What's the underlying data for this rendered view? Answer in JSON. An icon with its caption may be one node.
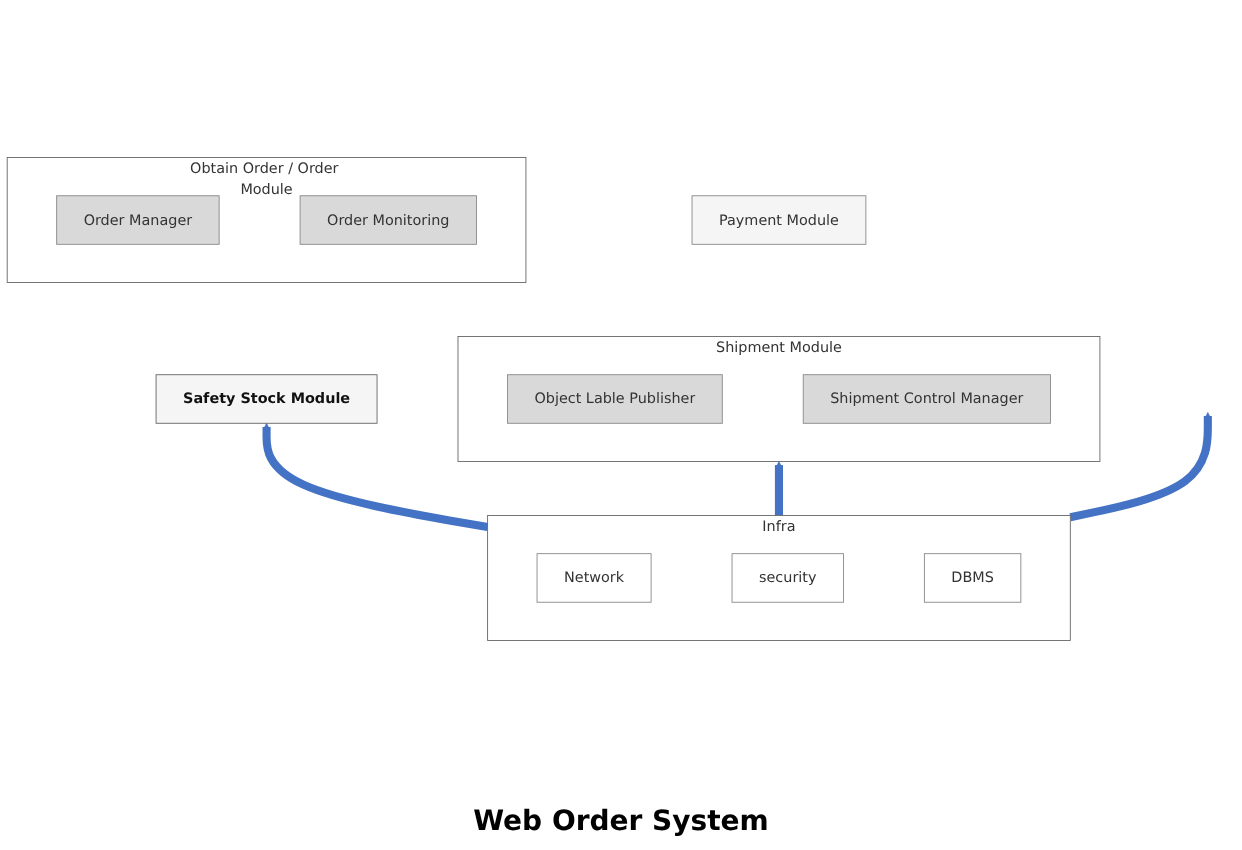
{
  "diagram": {
    "caption": "Web Order System",
    "nodes": [
      {
        "text": [
          "Obtain Order / Order Module"
        ]
      },
      {
        "text": [
          "Order Manager"
        ],
        "in": 0
      },
      {
        "text": [
          "Order Monitoring"
        ],
        "in": 0
      },
      {
        "text": [
          "Payment Module"
        ]
      },
      {
        "text": [
          "Shipment Module"
        ]
      },
      {
        "text": [
          "Object Lable Publisher"
        ],
        "in": 4
      },
      {
        "text": [
          "Shipment Control Manager"
        ],
        "in": 4
      },
      {
        "text": [
          "Safety Stock Module"
        ]
      },
      {
        "text": [
          "Infra"
        ]
      },
      {
        "text": [
          "Network"
        ],
        "in": 8
      },
      {
        "text": [
          "security"
        ],
        "in": 8
      },
      {
        "text": [
          "DBMS"
        ],
        "in": 8
      }
    ],
    "edges": [
      {
        "from": 8,
        "to": 7,
        "arrow": "to"
      },
      {
        "from": 8,
        "to": null,
        "arrow": "to"
      },
      {
        "from": 8,
        "to": 4,
        "arrow": "to"
      }
    ]
  }
}
